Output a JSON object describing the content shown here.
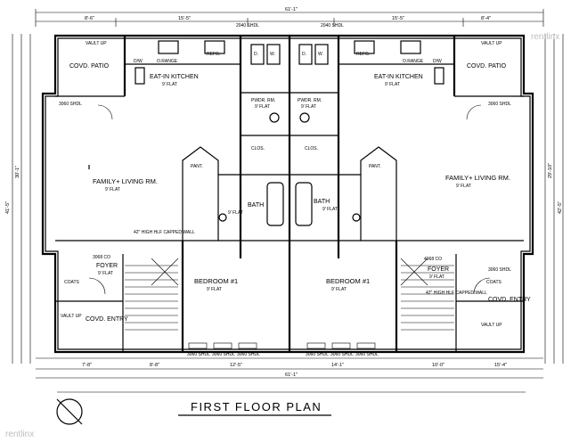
{
  "title": "FIRST FLOOR PLAN",
  "watermark": "rentlinx",
  "dims_top": {
    "overall": "61'-1\"",
    "a": "8'-6\"",
    "b": "15'-5\"",
    "c": "15'-5\"",
    "d": "8'-4\""
  },
  "dims_bottom": {
    "a": "7'-8\"",
    "b": "8'-8\"",
    "c": "12'-5\"",
    "d": "14'-1\"",
    "e": "10'-0\"",
    "f": "15'-4\"",
    "g": "61'-1\""
  },
  "dims_side": {
    "left_overall": "41'-5\"",
    "left_b": "30'-1\"",
    "right_overall": "42'-5\"",
    "right_b": "29'-10\""
  },
  "rooms": {
    "vault_left": "VAULT UP",
    "covd_patio_left": "COVD. PATIO",
    "eat_in_kitchen_left": "EAT-IN KITCHEN",
    "flat_9a": "9' FLAT",
    "refg_left": "REFG.",
    "dw_left": "D/W",
    "window_2040_left": "2040 SHDL",
    "window_2040_right": "2040 SHDL",
    "d_left": "D.",
    "w_left": "W.",
    "d_right": "D.",
    "w_right": "W.",
    "pwdr_left": "PWDR. RM.",
    "pwdr_right": "PWDR. RM.",
    "flat_9b": "9' FLAT",
    "flat_9c": "9' FLAT",
    "eat_in_kitchen_right": "EAT-IN KITCHEN",
    "flat_9d": "9' FLAT",
    "refg_right": "REFG.",
    "dw_right": "D/W",
    "o_range_left": "O.RANGE",
    "o_range_right": "O.RANGE",
    "covd_patio_right": "COVD. PATIO",
    "vault_right": "VAULT UP",
    "window_3060_left": "3060 SHDL",
    "window_3060_right": "3060 SHDL",
    "family_left": "FAMILY+ LIVING RM.",
    "flat_9e": "9' FLAT",
    "family_right": "FAMILY+ LIVING RM.",
    "flat_9f": "9' FLAT",
    "pant_left": "PANT.",
    "pant_right": "PANT.",
    "clos_left": "CLOS.",
    "clos_right": "CLOS.",
    "bath_left": "BATH",
    "flat_9g": "9' FLAT",
    "bath_right": "BATH",
    "flat_9h": "9' FLAT",
    "hlf_wall_left": "42\" HIGH HLF CAPPED WALL",
    "hlf_wall_right": "42\" HIGH HLF CAPPED WALL",
    "foyer_left": "FOYER",
    "foyer_right": "FOYER",
    "flat_9i": "9' FLAT",
    "flat_9j": "9' FLAT",
    "coats_left": "COATS",
    "coats_right": "COATS",
    "bedroom_left": "BEDROOM #1",
    "flat_9k": "9' FLAT",
    "bedroom_right": "BEDROOM #1",
    "flat_9l": "9' FLAT",
    "vault_bl": "VAULT UP",
    "covd_entry_left": "COVD. ENTRY",
    "covd_entry_right": "COVD. ENTRY",
    "vault_br": "VAULT UP",
    "door_3068_left": "3068 CO",
    "door_4068_right": "4068 CO",
    "window_3060_foyer_right": "3060 SHDL",
    "win_b1": "3060 SHDL",
    "win_b2": "3060 SHDL",
    "win_b3": "3060 SHDL",
    "win_b4": "3060 SHDL",
    "win_b5": "3060 SHDL",
    "win_b6": "3060 SHDL"
  }
}
